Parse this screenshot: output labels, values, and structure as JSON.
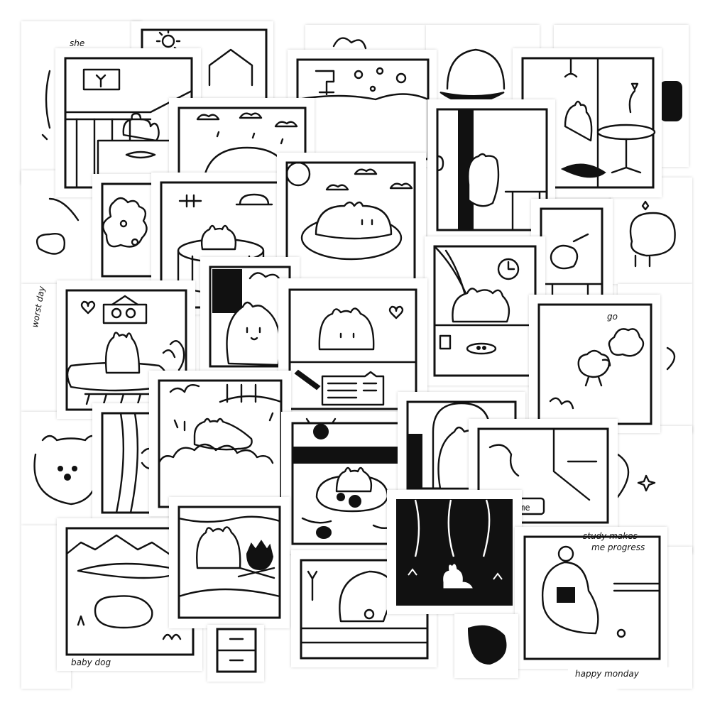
{
  "stickers": {
    "welcome_mat": "welcome",
    "study_line1": "study makes",
    "study_line2": "me progress",
    "baby_dog": "baby dog",
    "happy_monday": "happy monday",
    "top_left_scrap": "she",
    "go_scrap": "go",
    "worst_day": "worst day"
  },
  "colors": {
    "ink": "#111111",
    "paper": "#ffffff"
  }
}
